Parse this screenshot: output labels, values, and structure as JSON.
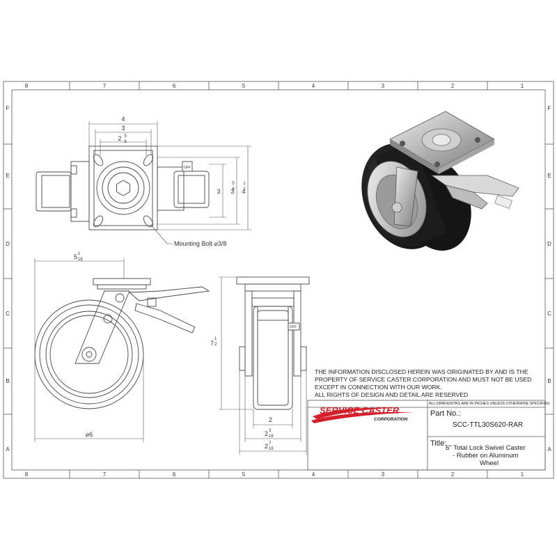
{
  "border": {
    "top_cols": [
      "8",
      "7",
      "6",
      "5",
      "4",
      "3",
      "2",
      "1"
    ],
    "bottom_cols": [
      "8",
      "7",
      "6",
      "5",
      "4",
      "3",
      "2",
      "1"
    ],
    "left_rows": [
      "F",
      "E",
      "D",
      "C",
      "B",
      "A"
    ],
    "right_rows": [
      "F",
      "E",
      "D",
      "C",
      "B",
      "A"
    ]
  },
  "top_view": {
    "dim_width": "4",
    "dim_inner": "3",
    "dim_bolt_whole": "2",
    "dim_bolt_num": "5",
    "dim_bolt_den": "8",
    "dim_h_inner": "3",
    "dim_h_frac_num": "5",
    "dim_h_frac_den": "8",
    "dim_h_outer_whole": "4",
    "dim_h_outer_num": "1",
    "dim_h_outer_den": "2",
    "mounting_bolt": "Mounting Bolt ⌀3/8",
    "lock_tag": "OFF"
  },
  "side_view": {
    "dim_offset_whole": "5",
    "dim_offset_num": "1",
    "dim_offset_den": "16",
    "dim_wheel_dia": "⌀6"
  },
  "front_view": {
    "dim_height_whole": "7",
    "dim_height_num": "1",
    "dim_height_den": "2",
    "dim_tread": "2",
    "dim_hub_whole": "2",
    "dim_hub_num": "3",
    "dim_hub_den": "16",
    "dim_overall_whole": "2",
    "dim_overall_num": "7",
    "dim_overall_den": "16",
    "lock_tag": "OFF"
  },
  "notice": {
    "line1": "THE INFORMATION DISCLOSED HEREIN WAS ORIGINATED BY AND IS THE",
    "line2": "PROPERTY OF SERVICE CASTER CORPORATION AND MUST NOT BE USED",
    "line3": "EXCEPT IN CONNECTION WITH OUR WORK.",
    "line4": "ALL RIGHTS OF DESIGN AND DETAIL ARE RESERVED"
  },
  "title_block": {
    "dims_note": "ALL DIMENSIONS ARE IN INCHES UNLESS OTHERWISE SPECIFIED",
    "logo_main": "SERVICE CASTER",
    "logo_sub": "CORPORATION",
    "part_no_label": "Part No.:",
    "part_no": "SCC-TTL30S620-RAR",
    "title_label": "Title:",
    "title_line1": "6\" Total Lock Swivel Caster",
    "title_line2": "- Rubber on Aluminum",
    "title_line3": "Wheel"
  },
  "colors": {
    "line": "#444444",
    "accent": "#d3202a",
    "tread": "#1e1e1e",
    "steel": "#b9b9b9"
  }
}
